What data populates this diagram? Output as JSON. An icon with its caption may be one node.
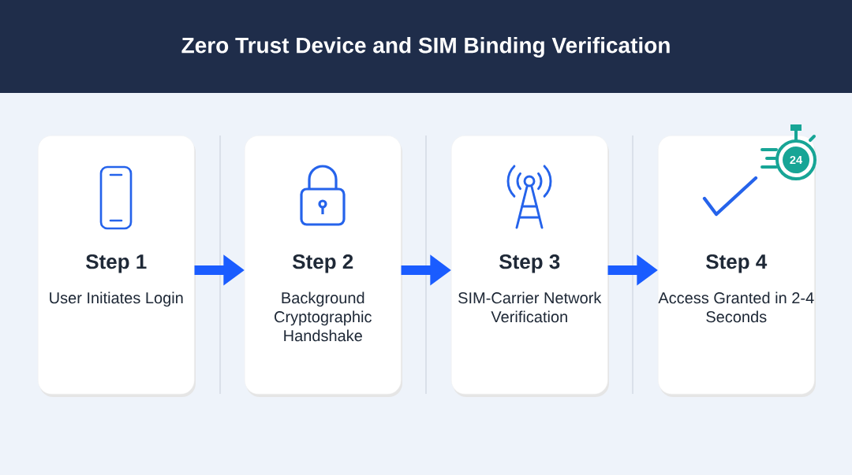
{
  "diagram": {
    "title": "Zero Trust Device and SIM Binding Verification",
    "nodes": [
      {
        "text": [
          "Step 1",
          "User Initiates Login"
        ]
      },
      {
        "text": [
          "Step 2",
          "Background Cryptographic Handshake"
        ]
      },
      {
        "text": [
          "Step 3",
          "SIM-Carrier Network Verification"
        ]
      },
      {
        "text": [
          "Step 4",
          "Access Granted in 2-4 Seconds"
        ]
      }
    ],
    "edges": [
      {
        "from": 0,
        "to": 1,
        "arrow": "to"
      },
      {
        "from": 1,
        "to": 2,
        "arrow": "to"
      },
      {
        "from": 2,
        "to": 3,
        "arrow": "to"
      }
    ],
    "labels": [
      "24"
    ]
  }
}
